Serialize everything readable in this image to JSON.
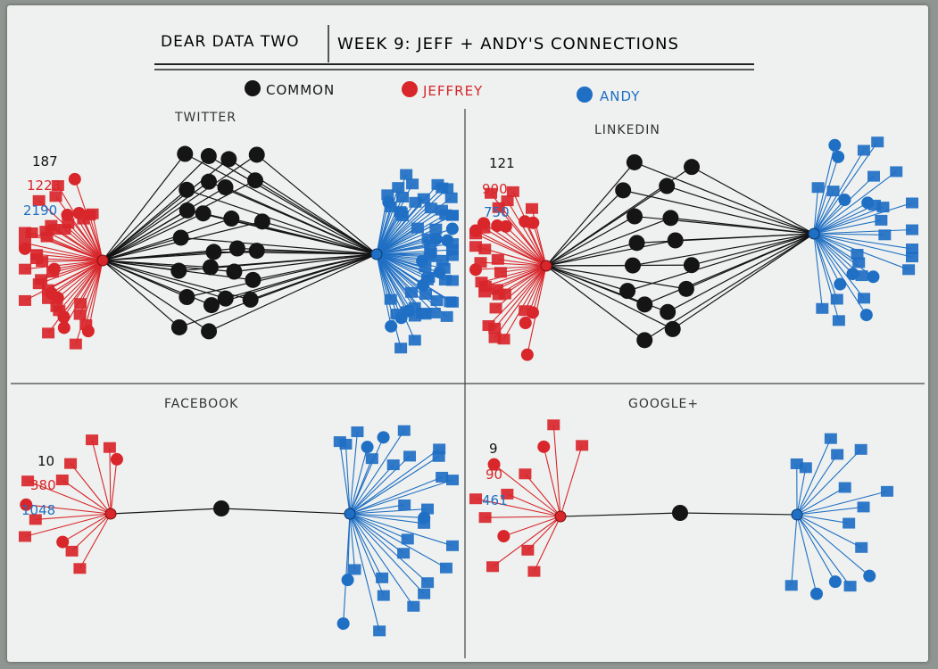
{
  "title": {
    "left": "DEAR DATA TWO",
    "right": "WEEK 9: JEFF + ANDY'S CONNECTIONS"
  },
  "legend": [
    {
      "label": "COMMON",
      "color": "#151515"
    },
    {
      "label": "JEFFREY",
      "color": "#d8262b"
    },
    {
      "label": "ANDY",
      "color": "#1f6fc4"
    }
  ],
  "panels": [
    {
      "name": "TWITTER",
      "common": "187",
      "jeffrey": "1223",
      "andy": "2190",
      "common_nodes": 26,
      "jeffrey_nodes": 42,
      "andy_nodes": 62
    },
    {
      "name": "LINKEDIN",
      "common": "121",
      "jeffrey": "900",
      "andy": "750",
      "common_nodes": 16,
      "jeffrey_nodes": 34,
      "andy_nodes": 30
    },
    {
      "name": "FACEBOOK",
      "common": "10",
      "jeffrey": "380",
      "andy": "1048",
      "common_nodes": 1,
      "jeffrey_nodes": 12,
      "andy_nodes": 30
    },
    {
      "name": "GOOGLE+",
      "common": "9",
      "jeffrey": "90",
      "andy": "461",
      "common_nodes": 1,
      "jeffrey_nodes": 12,
      "andy_nodes": 15
    }
  ]
}
